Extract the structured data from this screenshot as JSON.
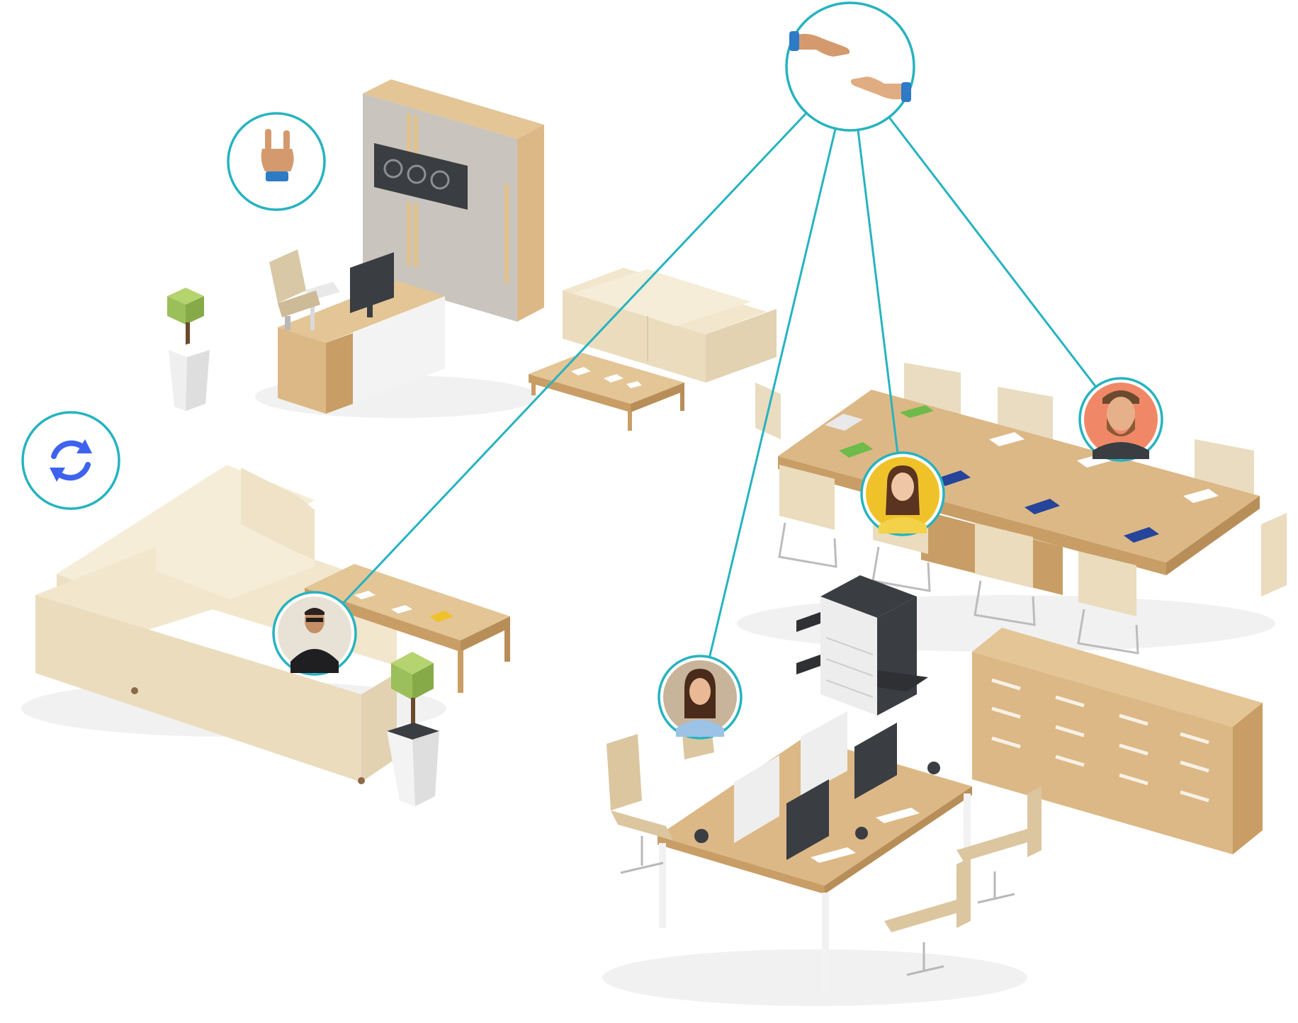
{
  "colors": {
    "accent": "#26b3c0",
    "floor_shadow": "#eeeeee",
    "wood": "#dcb886",
    "wood_dark": "#c89e66",
    "cream": "#f2e6cc",
    "cream_dark": "#e2d2b2",
    "grey_panel": "#c9c4bd",
    "white_part": "#f7f7f7",
    "plant_green": "#9bbf5a",
    "screen_dark": "#3a3d42",
    "refresh_blue": "#3d63ee",
    "avatar_orange": "#f08868",
    "avatar_yellow": "#f0c22a",
    "skin": "#d49a6e"
  },
  "nodes": [
    {
      "id": "handshake",
      "icon": "handshake-icon",
      "interactable": true
    },
    {
      "id": "rock-hand",
      "icon": "rock-on-hand-icon",
      "interactable": true
    },
    {
      "id": "refresh",
      "icon": "refresh-icon",
      "interactable": true
    },
    {
      "id": "avatar-bearded-man",
      "icon": "avatar-bearded-man",
      "interactable": true
    },
    {
      "id": "avatar-woman-yellow",
      "icon": "avatar-woman-yellow",
      "interactable": true
    },
    {
      "id": "avatar-man-sofa",
      "icon": "avatar-man-sofa",
      "interactable": true
    },
    {
      "id": "avatar-woman-desk",
      "icon": "avatar-woman-desk",
      "interactable": true
    }
  ],
  "connections": [
    {
      "from": "handshake",
      "to": "avatar-man-sofa"
    },
    {
      "from": "handshake",
      "to": "avatar-woman-desk"
    },
    {
      "from": "handshake",
      "to": "avatar-woman-yellow"
    },
    {
      "from": "handshake",
      "to": "avatar-bearded-man"
    }
  ]
}
